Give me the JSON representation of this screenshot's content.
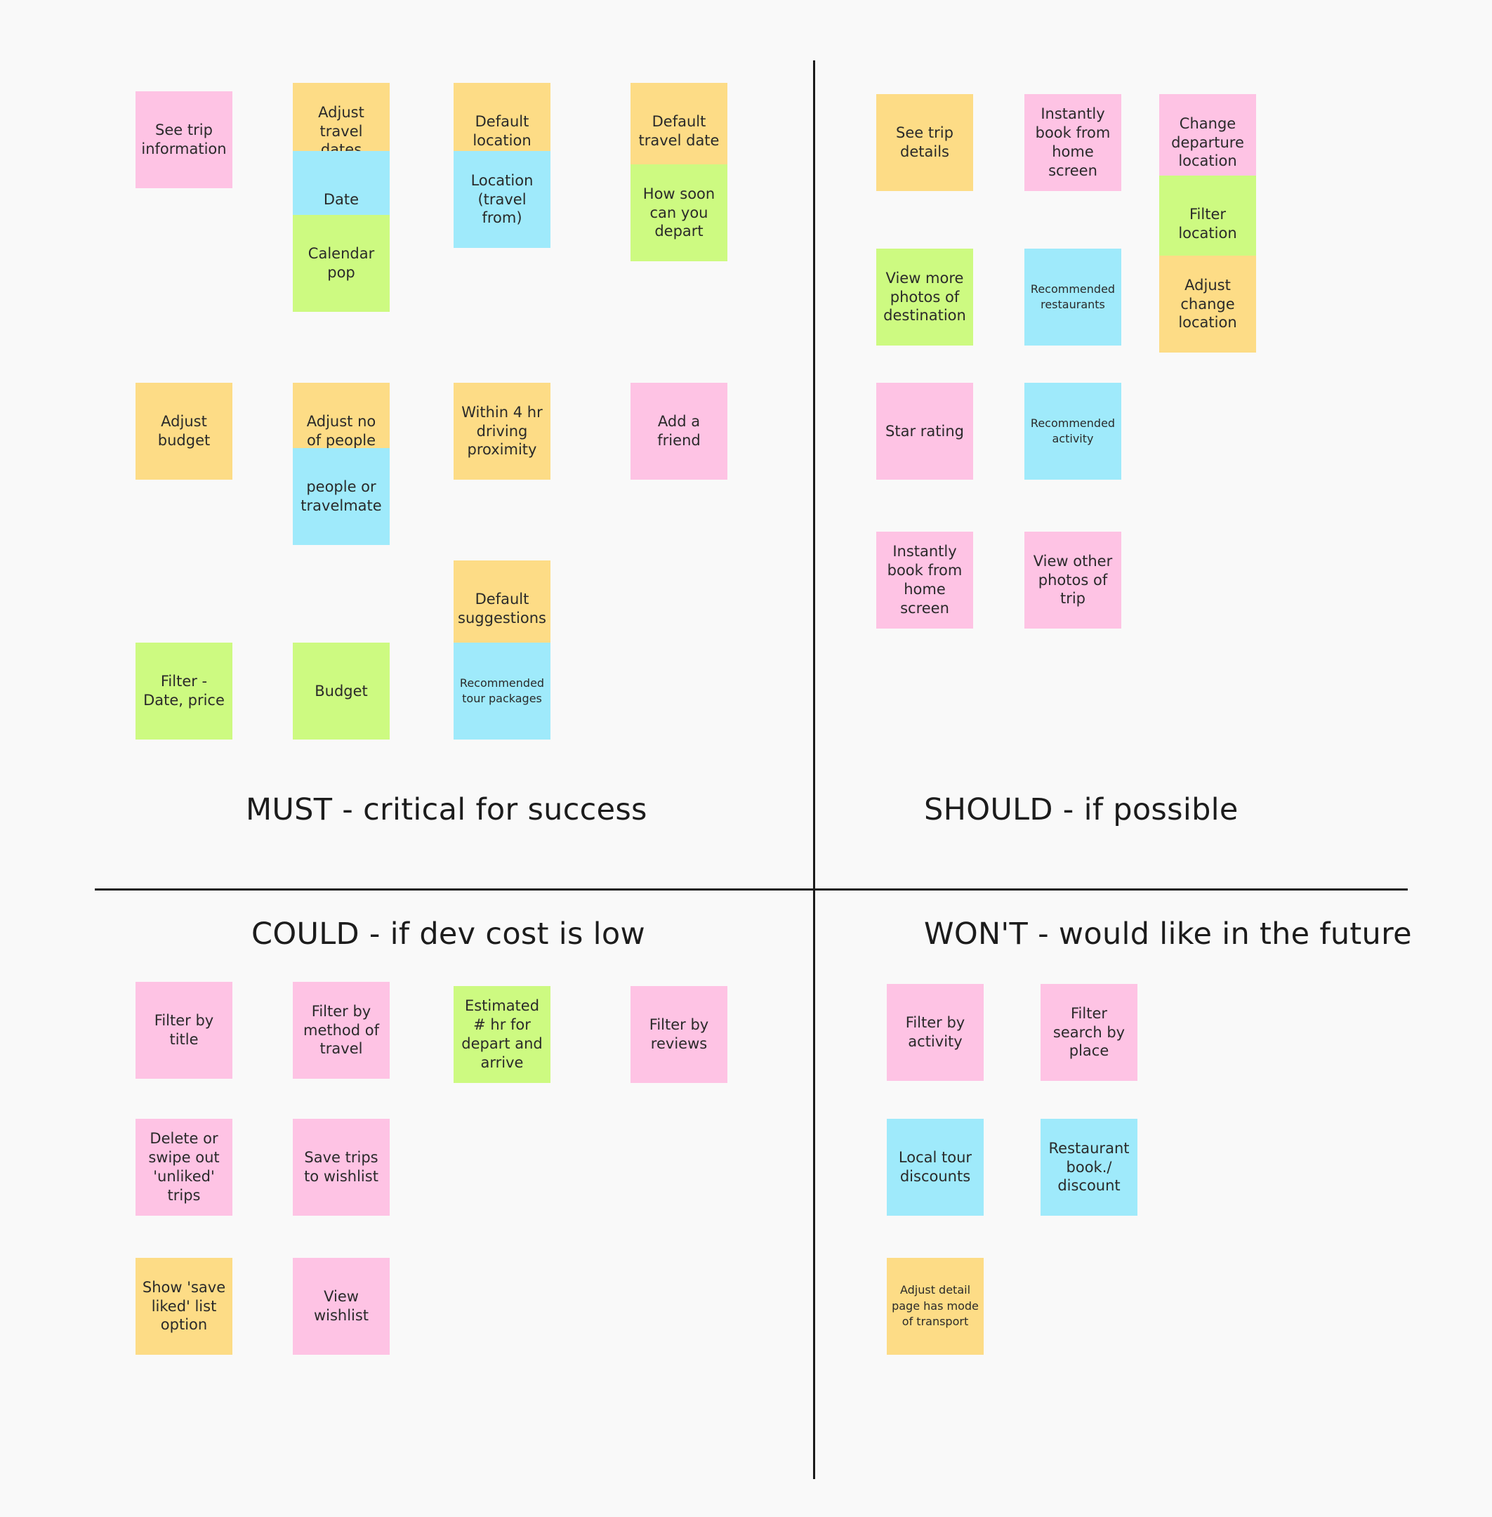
{
  "colors": {
    "pink": "#fec3e4",
    "yellow": "#fddc86",
    "blue": "#9feafb",
    "green": "#cdfa81"
  },
  "quadrants": {
    "must": {
      "title": "MUST - critical for success"
    },
    "should": {
      "title": "SHOULD - if possible"
    },
    "could": {
      "title": "COULD - if dev cost is low"
    },
    "wont": {
      "title": "WON'T - would like in the future"
    }
  },
  "notes": {
    "must": [
      "See trip information",
      "Adjust travel dates",
      "Date",
      "Calendar pop",
      "Default location",
      "Location (travel from)",
      "Default travel date",
      "How soon can you depart",
      "Adjust budget",
      "Adjust no of people",
      "people or travelmate",
      "Within 4 hr driving proximity",
      "Add a friend",
      "Default suggestions",
      "Recommended tour packages",
      "Filter - Date, price",
      "Budget"
    ],
    "should": [
      "See trip details",
      "Instantly book from home screen",
      "Change departure location",
      "Filter location",
      "Adjust change location",
      "View more photos of destination",
      "Recommended restaurants",
      "Star rating",
      "Recommended activity",
      "Instantly book from home screen",
      "View other photos of trip"
    ],
    "could": [
      "Filter by title",
      "Filter by method of travel",
      "Estimated # hr for depart and arrive",
      "Filter by reviews",
      "Delete or swipe out 'unliked' trips",
      "Save trips to wishlist",
      "Show 'save liked' list option",
      "View wishlist"
    ],
    "wont": [
      "Filter by activity",
      "Filter search by place",
      "Local tour discounts",
      "Restaurant book./ discount",
      "Adjust detail page has mode of transport"
    ]
  }
}
